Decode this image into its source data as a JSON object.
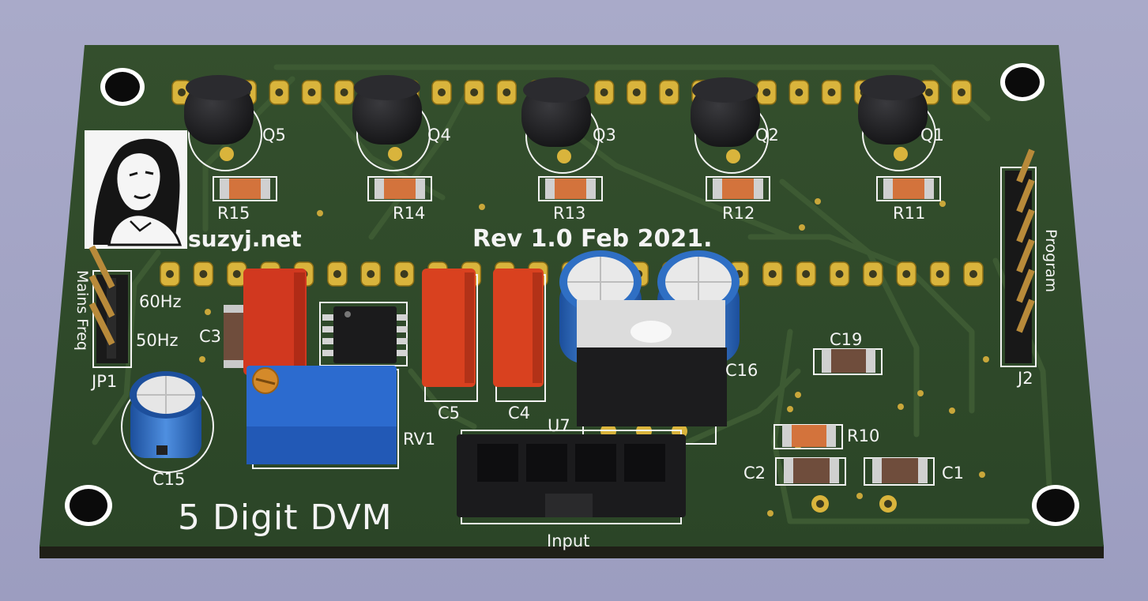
{
  "board": {
    "title": "5 Digit DVM",
    "revision": "Rev 1.0 Feb 2021.",
    "website": "suzyj.net"
  },
  "labels": {
    "q5": "Q5",
    "q4": "Q4",
    "q3": "Q3",
    "q2": "Q2",
    "q1": "Q1",
    "r15": "R15",
    "r14": "R14",
    "r13": "R13",
    "r12": "R12",
    "r11": "R11",
    "r10": "R10",
    "c1": "C1",
    "c2": "C2",
    "c3": "C3",
    "c4": "C4",
    "c5": "C5",
    "c15": "C15",
    "c16": "C16",
    "c19": "C19",
    "rv1": "RV1",
    "u7": "U7",
    "jp1": "JP1",
    "j2": "J2",
    "hz60": "60Hz",
    "hz50": "50Hz",
    "mains_freq": "Mains Freq",
    "program": "Program",
    "input": "Input"
  },
  "colors": {
    "background": "#a3a4c6",
    "pcb": "#2f4a2a",
    "silkscreen": "#f4f4f4",
    "pad": "#d9b43c"
  }
}
